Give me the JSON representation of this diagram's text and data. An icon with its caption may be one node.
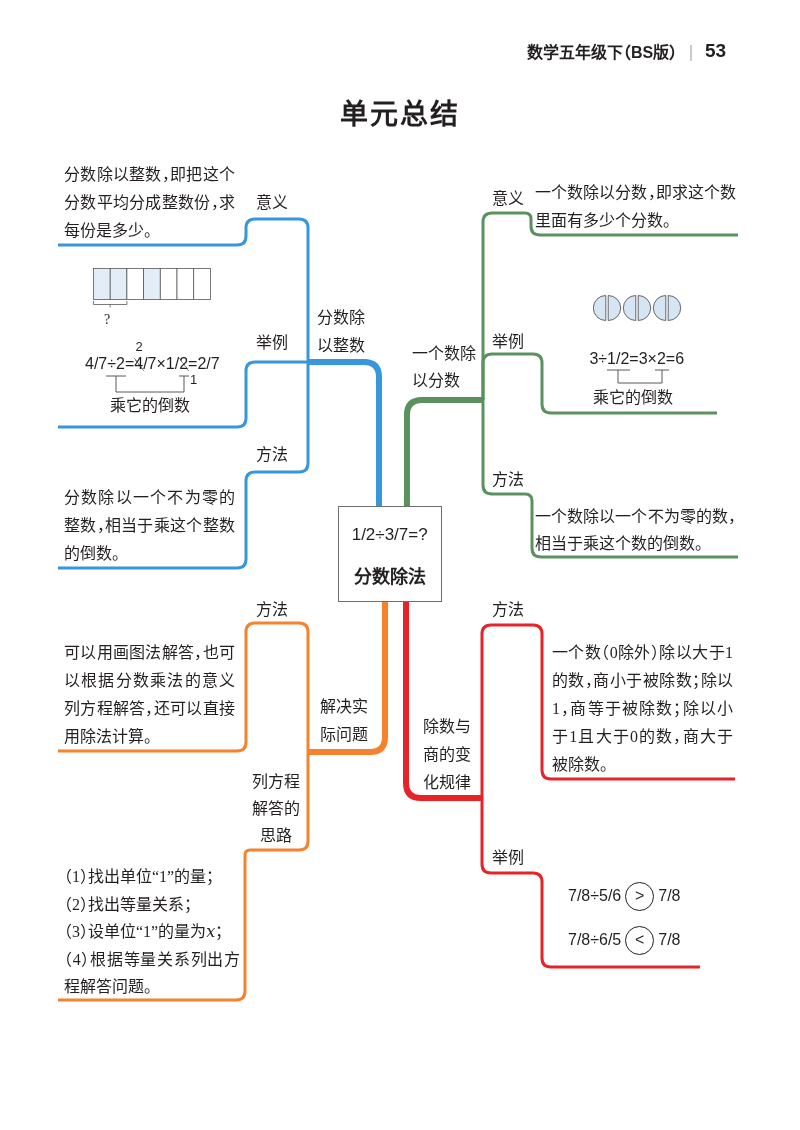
{
  "diagram": {
    "title": "单元总结",
    "nodes": [
      {
        "text": [
          "1/2÷3/7=?",
          "分数除法"
        ]
      },
      {
        "text": [
          "分数除以整数"
        ]
      },
      {
        "text": [
          "意义"
        ]
      },
      {
        "text": [
          "分数除以整数，即把这个分数平均分成整数份，求每份是多少。"
        ]
      },
      {
        "text": [
          "举例"
        ]
      },
      {
        "text": [
          "?",
          "2",
          "4/7÷2=4/7×1/2=2/7",
          "1",
          "乘它的倒数"
        ]
      },
      {
        "text": [
          "方法"
        ]
      },
      {
        "text": [
          "分数除以一个不为零的整数，相当于乘这个整数的倒数。"
        ]
      },
      {
        "text": [
          "一个数除以分数"
        ]
      },
      {
        "text": [
          "意义"
        ]
      },
      {
        "text": [
          "一个数除以分数，即求这个数里面有多少个分数。"
        ]
      },
      {
        "text": [
          "举例"
        ]
      },
      {
        "text": [
          "3÷1/2=3×2=6",
          "乘它的倒数"
        ]
      },
      {
        "text": [
          "方法"
        ]
      },
      {
        "text": [
          "一个数除以一个不为零的数，相当于乘这个数的倒数。"
        ]
      },
      {
        "text": [
          "解决实际问题"
        ]
      },
      {
        "text": [
          "方法"
        ]
      },
      {
        "text": [
          "可以用画图法解答，也可以根据分数乘法的意义列方程解答，还可以直接用除法计算。"
        ]
      },
      {
        "text": [
          "列方程解答的思路"
        ]
      },
      {
        "text": [
          "（1）找出单位“1”的量；",
          "（2）找出等量关系；",
          "（3）设单位“1”的量为𝑥；",
          "（4）根据等量关系列出方程解答问题。"
        ]
      },
      {
        "text": [
          "除数与商的变化规律"
        ]
      },
      {
        "text": [
          "方法"
        ]
      },
      {
        "text": [
          "一个数（0除外）除以大于1的数，商小于被除数；除以1，商等于被除数；除以小于1且大于0的数，商大于被除数。"
        ]
      },
      {
        "text": [
          "举例"
        ]
      },
      {
        "text": [
          "7/8÷5/6",
          ">",
          "7/8",
          "7/8÷6/5",
          "<",
          "7/8"
        ]
      }
    ],
    "edges": [
      {
        "from": 0,
        "to": 1,
        "arrow": "none",
        "style": "thick",
        "color": "#3796dc"
      },
      {
        "from": 1,
        "to": 2,
        "arrow": "none",
        "color": "#3796dc"
      },
      {
        "from": 2,
        "to": 3,
        "arrow": "none",
        "color": "#3796dc"
      },
      {
        "from": 1,
        "to": 4,
        "arrow": "none",
        "color": "#3796dc"
      },
      {
        "from": 4,
        "to": 5,
        "arrow": "none",
        "color": "#3796dc"
      },
      {
        "from": 1,
        "to": 6,
        "arrow": "none",
        "color": "#3796dc"
      },
      {
        "from": 6,
        "to": 7,
        "arrow": "none",
        "color": "#3796dc"
      },
      {
        "from": 0,
        "to": 8,
        "arrow": "none",
        "style": "thick",
        "color": "#5a915f"
      },
      {
        "from": 8,
        "to": 9,
        "arrow": "none",
        "color": "#5a915f"
      },
      {
        "from": 9,
        "to": 10,
        "arrow": "none",
        "color": "#5a915f"
      },
      {
        "from": 8,
        "to": 11,
        "arrow": "none",
        "color": "#5a915f"
      },
      {
        "from": 11,
        "to": 12,
        "arrow": "none",
        "color": "#5a915f"
      },
      {
        "from": 8,
        "to": 13,
        "arrow": "none",
        "color": "#5a915f"
      },
      {
        "from": 13,
        "to": 14,
        "arrow": "none",
        "color": "#5a915f"
      },
      {
        "from": 0,
        "to": 15,
        "arrow": "none",
        "style": "thick",
        "color": "#f5822d"
      },
      {
        "from": 15,
        "to": 16,
        "arrow": "none",
        "color": "#f5822d"
      },
      {
        "from": 16,
        "to": 17,
        "arrow": "none",
        "color": "#f5822d"
      },
      {
        "from": 15,
        "to": 18,
        "arrow": "none",
        "color": "#f5822d"
      },
      {
        "from": 18,
        "to": 19,
        "arrow": "none",
        "color": "#f5822d"
      },
      {
        "from": 0,
        "to": 20,
        "arrow": "none",
        "style": "thick",
        "color": "#e62328"
      },
      {
        "from": 20,
        "to": 21,
        "arrow": "none",
        "color": "#e62328"
      },
      {
        "from": 21,
        "to": 22,
        "arrow": "none",
        "color": "#e62328"
      },
      {
        "from": 20,
        "to": 23,
        "arrow": "none",
        "color": "#e62328"
      },
      {
        "from": 23,
        "to": 24,
        "arrow": "none",
        "color": "#e62328"
      }
    ],
    "labels": [
      "数学五年级下（BS版）",
      "53"
    ]
  }
}
